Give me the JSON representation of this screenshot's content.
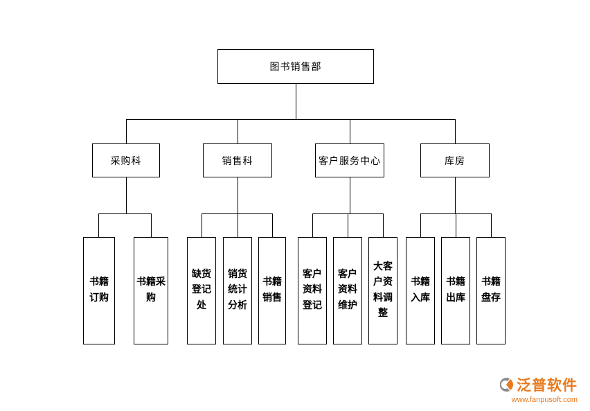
{
  "org": {
    "root": "图书销售部",
    "departments": [
      {
        "label": "采购科",
        "children": [
          "书籍订购",
          "书籍采购"
        ]
      },
      {
        "label": "销售科",
        "children": [
          "缺货登记处",
          "销货统计分析",
          "书籍销售"
        ]
      },
      {
        "label": "客户服务中心",
        "children": [
          "客户资料登记",
          "客户资料维护",
          "大客户资料调整"
        ]
      },
      {
        "label": "库房",
        "children": [
          "书籍入库",
          "书籍出库",
          "书籍盘存"
        ]
      }
    ]
  },
  "watermark": {
    "brand": "泛普软件",
    "url": "www.fanpusoft.com",
    "brand_color": "#e87a1e",
    "icon": "fanpu-logo-icon"
  }
}
